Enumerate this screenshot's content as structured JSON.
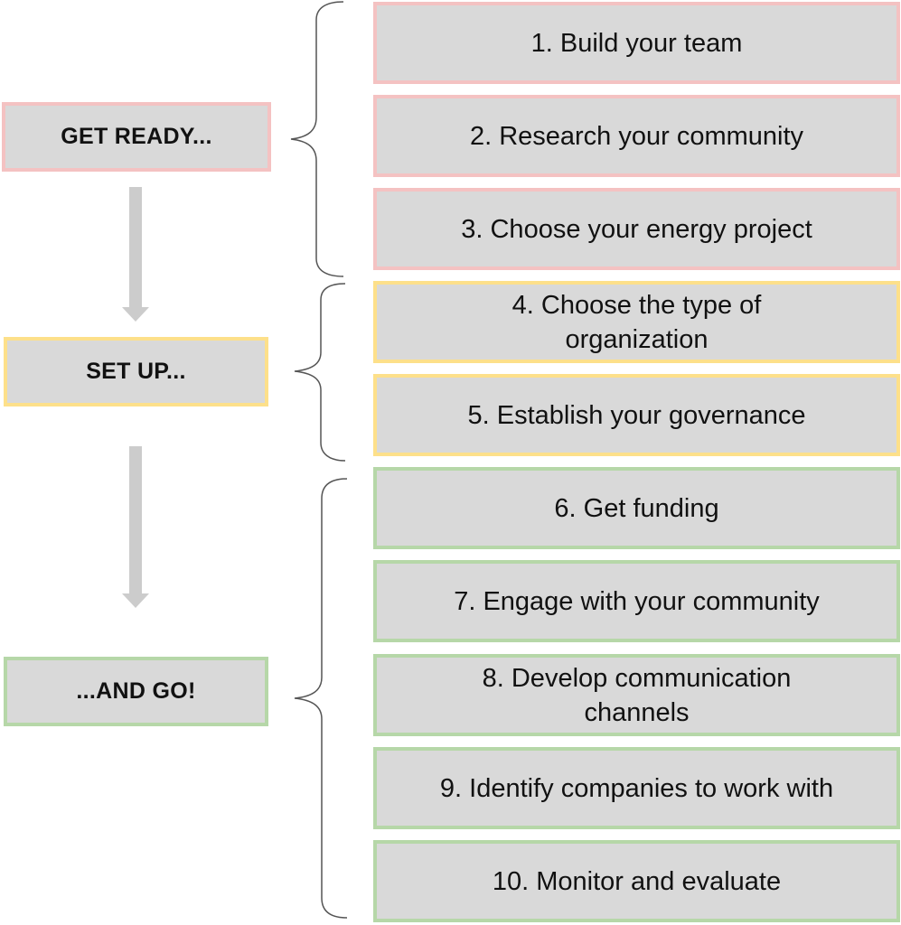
{
  "stages": [
    {
      "label": "GET READY...",
      "border_color": "#f4c2c2"
    },
    {
      "label": "SET UP...",
      "border_color": "#fde08a"
    },
    {
      "label": "...AND GO!",
      "border_color": "#b6d7a8"
    }
  ],
  "steps": [
    {
      "label": "1. Build your team",
      "stage": "GET READY..."
    },
    {
      "label": "2. Research your community",
      "stage": "GET READY..."
    },
    {
      "label": "3. Choose your energy project",
      "stage": "GET READY..."
    },
    {
      "label": "4. Choose the type of organization",
      "stage": "SET UP..."
    },
    {
      "label": "5. Establish your governance",
      "stage": "SET UP..."
    },
    {
      "label": "6. Get funding",
      "stage": "...AND GO!"
    },
    {
      "label": "7. Engage with your community",
      "stage": "...AND GO!"
    },
    {
      "label": "8. Develop communication channels",
      "stage": "...AND GO!"
    },
    {
      "label": "9. Identify companies to work with",
      "stage": "...AND GO!"
    },
    {
      "label": "10. Monitor and evaluate",
      "stage": "...AND GO!"
    }
  ],
  "colors": {
    "box_fill": "#d9d9d9",
    "arrow": "#cccccc",
    "brace": "#555555"
  }
}
